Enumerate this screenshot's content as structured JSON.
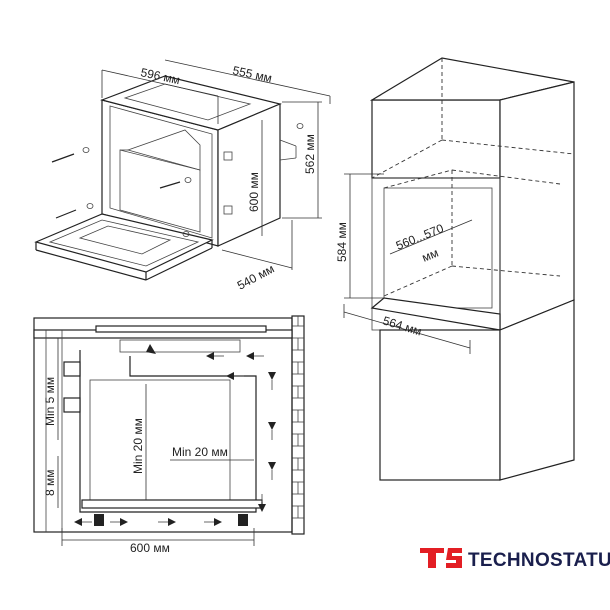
{
  "oven_view": {
    "width_label": "596 мм",
    "depth_label": "555 мм",
    "height_label": "562 мм",
    "inner_height_label": "600 мм",
    "inner_depth_label": "540 мм"
  },
  "cabinet_view": {
    "niche_height_label": "584 мм",
    "niche_depth_label_line1": "560...570",
    "niche_depth_label_line2": "мм",
    "niche_width_label": "564 мм"
  },
  "section_view": {
    "gap_top_label": "Min 5 мм",
    "gap_bottom_label": "8 мм",
    "vent_left_label": "Min 20 мм",
    "vent_right_label": "Min 20 мм",
    "width_label": "600 мм"
  },
  "logo": {
    "text": "TECHNOSTATUS",
    "brand_color": "#e31e24",
    "text_color": "#1a1f4d"
  }
}
